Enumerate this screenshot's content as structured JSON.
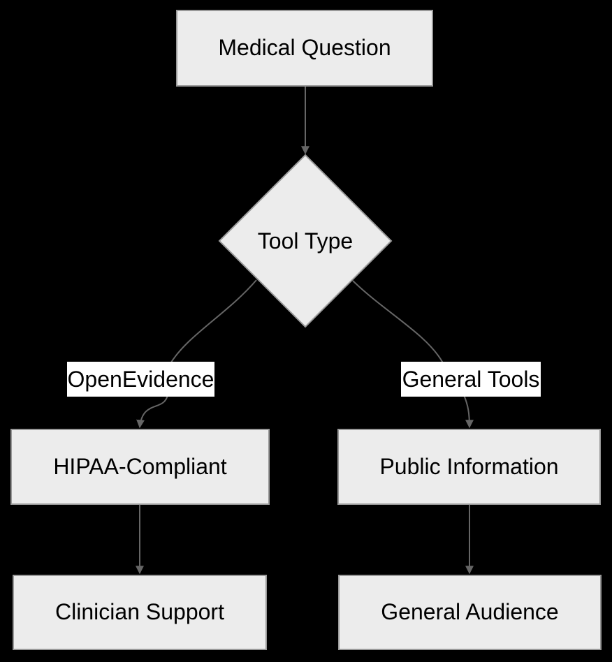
{
  "diagram": {
    "type": "flowchart",
    "background_color": "#000000",
    "node_fill": "#ececec",
    "node_border_color": "#999999",
    "edge_color": "#666666",
    "text_color": "#000000",
    "edge_label_background": "#ffffff",
    "nodes": {
      "medical_question": {
        "label": "Medical Question",
        "shape": "rectangle"
      },
      "tool_type": {
        "label": "Tool Type",
        "shape": "diamond"
      },
      "hipaa_compliant": {
        "label": "HIPAA-Compliant",
        "shape": "rectangle"
      },
      "public_information": {
        "label": "Public Information",
        "shape": "rectangle"
      },
      "clinician_support": {
        "label": "Clinician Support",
        "shape": "rectangle"
      },
      "general_audience": {
        "label": "General Audience",
        "shape": "rectangle"
      }
    },
    "edges": [
      {
        "from": "medical_question",
        "to": "tool_type",
        "label": ""
      },
      {
        "from": "tool_type",
        "to": "hipaa_compliant",
        "label": "OpenEvidence"
      },
      {
        "from": "tool_type",
        "to": "public_information",
        "label": "General Tools"
      },
      {
        "from": "hipaa_compliant",
        "to": "clinician_support",
        "label": ""
      },
      {
        "from": "public_information",
        "to": "general_audience",
        "label": ""
      }
    ]
  }
}
